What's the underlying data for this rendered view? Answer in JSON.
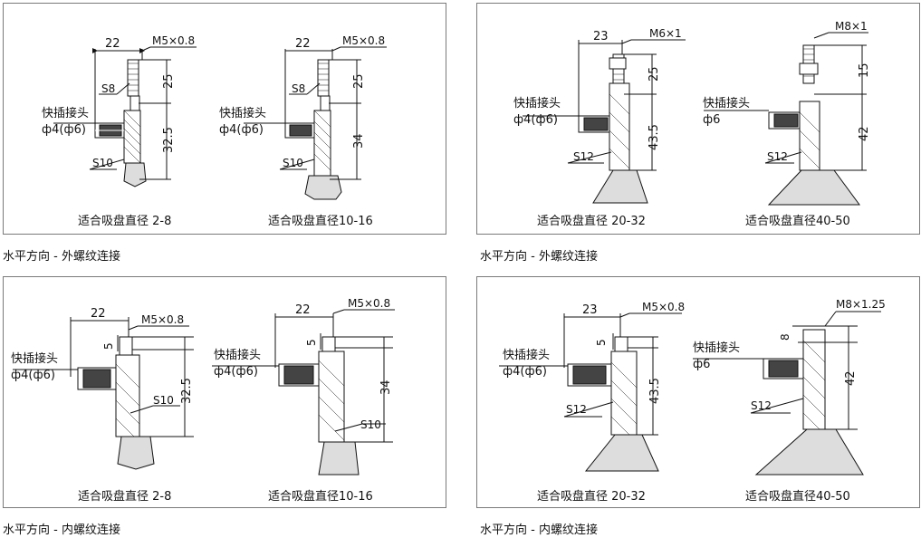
{
  "panels": [
    {
      "range_left": "适合吸盘直径 2-8",
      "range_right": "适合吸盘直径10-16",
      "caption": "水平方向 - 外螺纹连接",
      "left": {
        "width": "22",
        "thread": "M5×0.8",
        "hex_top": "S8",
        "dim_top": "25",
        "dim_main": "32.5",
        "hex_bottom": "S10",
        "fitting_label": "快插接头",
        "fitting_size": "ф4(ф6)"
      },
      "right": {
        "width": "22",
        "thread": "M5×0.8",
        "hex_top": "S8",
        "dim_top": "25",
        "dim_main": "34",
        "hex_bottom": "S10",
        "fitting_label": "快插接头",
        "fitting_size": "ф4(ф6)"
      }
    },
    {
      "range_left": "适合吸盘直径 20-32",
      "range_right": "适合吸盘直径40-50",
      "caption": "水平方向 - 外螺纹连接",
      "left": {
        "width": "23",
        "thread": "M6×1",
        "dim_top": "25",
        "dim_main": "43.5",
        "hex_bottom": "S12",
        "fitting_label": "快插接头",
        "fitting_size": "ф4(ф6)"
      },
      "right": {
        "thread": "M8×1",
        "dim_top": "15",
        "dim_main": "42",
        "hex_bottom": "S12",
        "fitting_label": "快插接头",
        "fitting_size": "ф6"
      }
    },
    {
      "range_left": "适合吸盘直径 2-8",
      "range_right": "适合吸盘直径10-16",
      "caption": "水平方向 - 内螺纹连接",
      "left": {
        "width": "22",
        "thread": "M5×0.8",
        "dim_top": "5",
        "dim_main": "32.5",
        "hex_bottom": "S10",
        "fitting_label": "快插接头",
        "fitting_size": "ф4(ф6)"
      },
      "right": {
        "width": "22",
        "thread": "M5×0.8",
        "dim_top": "5",
        "dim_main": "34",
        "hex_bottom": "S10",
        "fitting_label": "快插接头",
        "fitting_size": "ф4(ф6)"
      }
    },
    {
      "range_left": "适合吸盘直径 20-32",
      "range_right": "适合吸盘直径40-50",
      "caption": "水平方向 - 内螺纹连接",
      "left": {
        "width": "23",
        "thread": "M5×0.8",
        "dim_top": "5",
        "dim_main": "43.5",
        "hex_bottom": "S12",
        "fitting_label": "快插接头",
        "fitting_size": "ф4(ф6)"
      },
      "right": {
        "thread": "M8×1.25",
        "dim_top": "8",
        "dim_main": "42",
        "hex_bottom": "S12",
        "fitting_label": "快插接头",
        "fitting_size": "ф6"
      }
    }
  ]
}
